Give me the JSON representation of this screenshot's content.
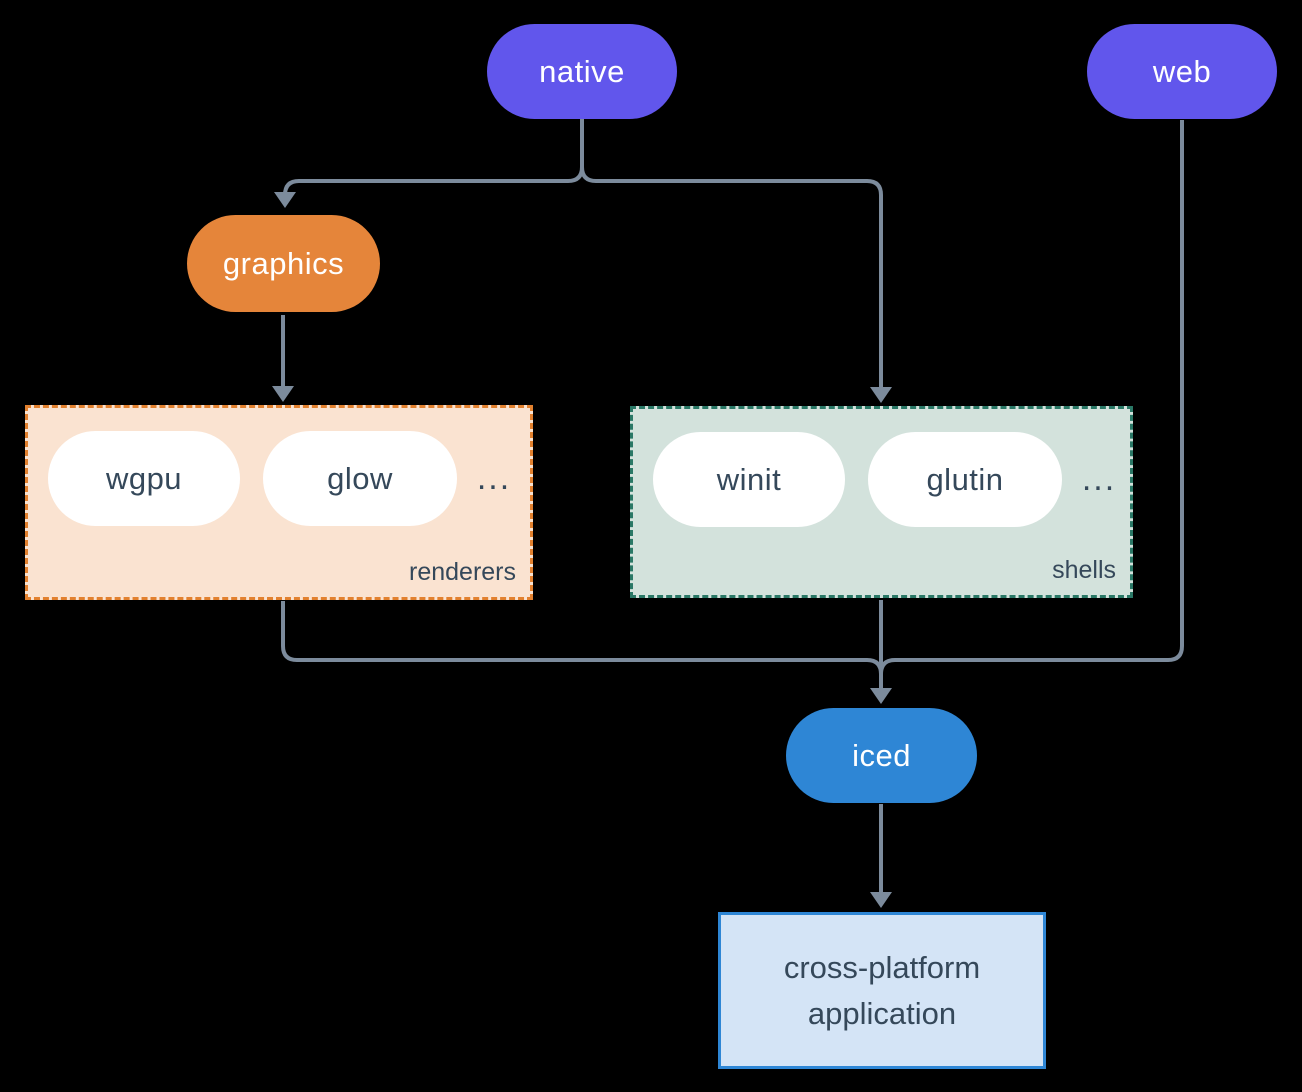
{
  "diagram": {
    "background": "#000000",
    "edge_color": "#7C8B9C",
    "nodes": {
      "native": {
        "label": "native",
        "fill": "#6156EC",
        "text_color": "#FFFFFF"
      },
      "web": {
        "label": "web",
        "fill": "#6156EC",
        "text_color": "#FFFFFF"
      },
      "graphics": {
        "label": "graphics",
        "fill": "#E5853A",
        "text_color": "#FFFFFF"
      },
      "iced": {
        "label": "iced",
        "fill": "#2E86D5",
        "text_color": "#FFFFFF"
      },
      "application": {
        "label": "cross-platform application",
        "line1": "cross-platform",
        "line2": "application",
        "fill": "#D4E4F6",
        "border": "#2E86D5",
        "text_color": "#35485A"
      }
    },
    "groups": {
      "renderers": {
        "label": "renderers",
        "fill": "#FAE3D1",
        "border": "#E2812F",
        "items": [
          {
            "label": "wgpu"
          },
          {
            "label": "glow"
          }
        ],
        "ellipsis": "..."
      },
      "shells": {
        "label": "shells",
        "fill": "#D3E2DC",
        "border": "#2A7866",
        "items": [
          {
            "label": "winit"
          },
          {
            "label": "glutin"
          }
        ],
        "ellipsis": "..."
      }
    },
    "edges": [
      "native -> graphics",
      "native -> shells",
      "graphics -> renderers",
      "renderers -> iced",
      "shells -> iced",
      "web -> iced",
      "iced -> application"
    ]
  }
}
